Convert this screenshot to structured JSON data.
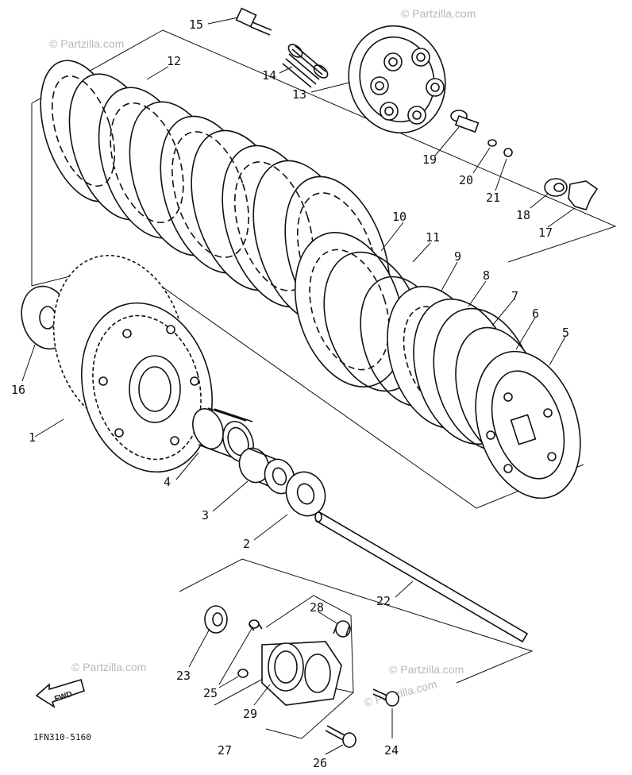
{
  "watermark": "© Partzilla.com",
  "drawing_code": "1FN310-5160",
  "fwd_label": "FWD",
  "callouts": {
    "p1": "1",
    "p2": "2",
    "p3": "3",
    "p4": "4",
    "p5": "5",
    "p6": "6",
    "p7": "7",
    "p8": "8",
    "p9": "9",
    "p10": "10",
    "p11": "11",
    "p12": "12",
    "p13": "13",
    "p14": "14",
    "p15": "15",
    "p16": "16",
    "p17": "17",
    "p18": "18",
    "p19": "19",
    "p20": "20",
    "p21": "21",
    "p22": "22",
    "p23": "23",
    "p24": "24",
    "p25": "25",
    "p26": "26",
    "p27": "27",
    "p28": "28",
    "p29": "29"
  }
}
